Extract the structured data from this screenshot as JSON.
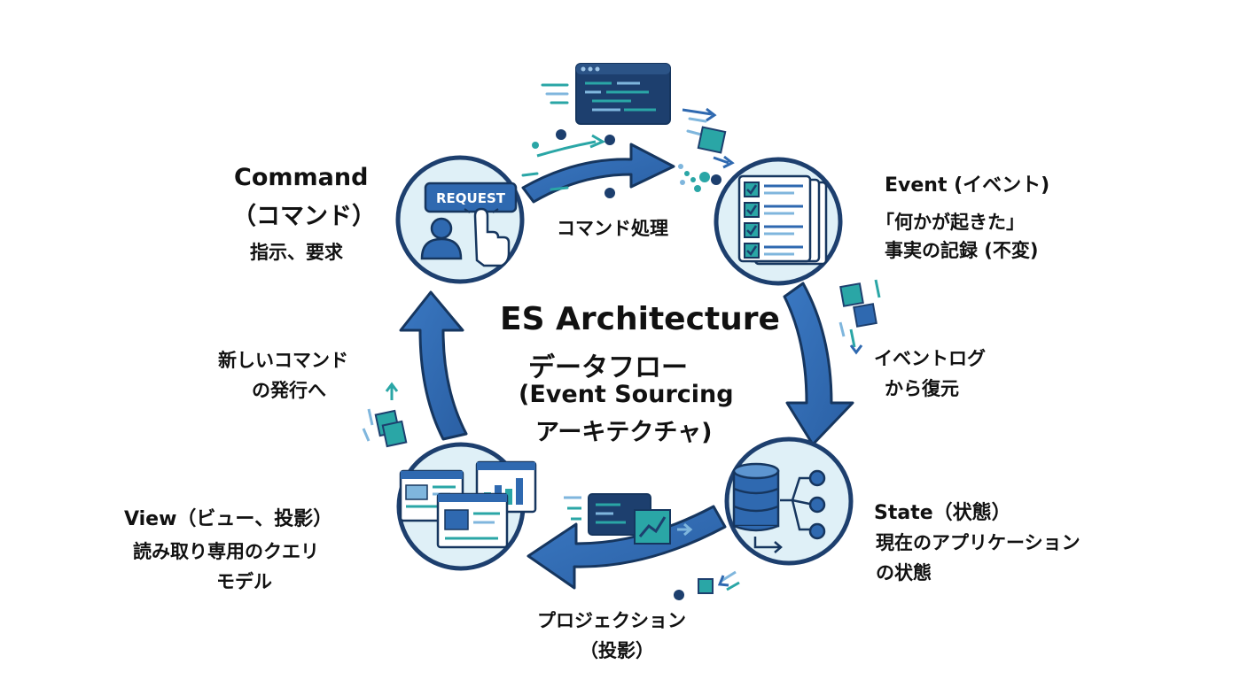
{
  "center": {
    "title": "ES Architecture",
    "subtitle": "データフロー",
    "note_line1": "(Event Sourcing",
    "note_line2": "アーキテクチャ)"
  },
  "nodes": {
    "command": {
      "title_line1": "Command",
      "title_line2": "（コマンド）",
      "desc": "指示、要求",
      "badge": "REQUEST",
      "icon": "user-click-request-icon"
    },
    "event": {
      "title": "Event (イベント)",
      "desc_line1": "「何かが起きた」",
      "desc_line2": "事実の記録 (不変)",
      "icon": "checklist-log-icon"
    },
    "state": {
      "title": "State（状態）",
      "desc_line1": "現在のアプリケーション",
      "desc_line2": "の状態",
      "icon": "database-icon"
    },
    "view": {
      "title": "View（ビュー、投影）",
      "desc_line1": "読み取り専用のクエリ",
      "desc_line2": "モデル",
      "icon": "dashboard-windows-icon"
    }
  },
  "edges": {
    "command_to_event": "コマンド処理",
    "event_to_state_line1": "イベントログ",
    "event_to_state_line2": "から復元",
    "state_to_view_line1": "プロジェクション",
    "state_to_view_line2": "（投影）",
    "view_to_command_line1": "新しいコマンド",
    "view_to_command_line2": "の発行へ"
  },
  "colors": {
    "navy": "#1d3f6e",
    "arrow_blue": "#2f69b0",
    "arrow_outline": "#16365f",
    "node_fill": "#dff0f7",
    "teal": "#2aa6a6",
    "light_blue": "#7fb6dd"
  }
}
